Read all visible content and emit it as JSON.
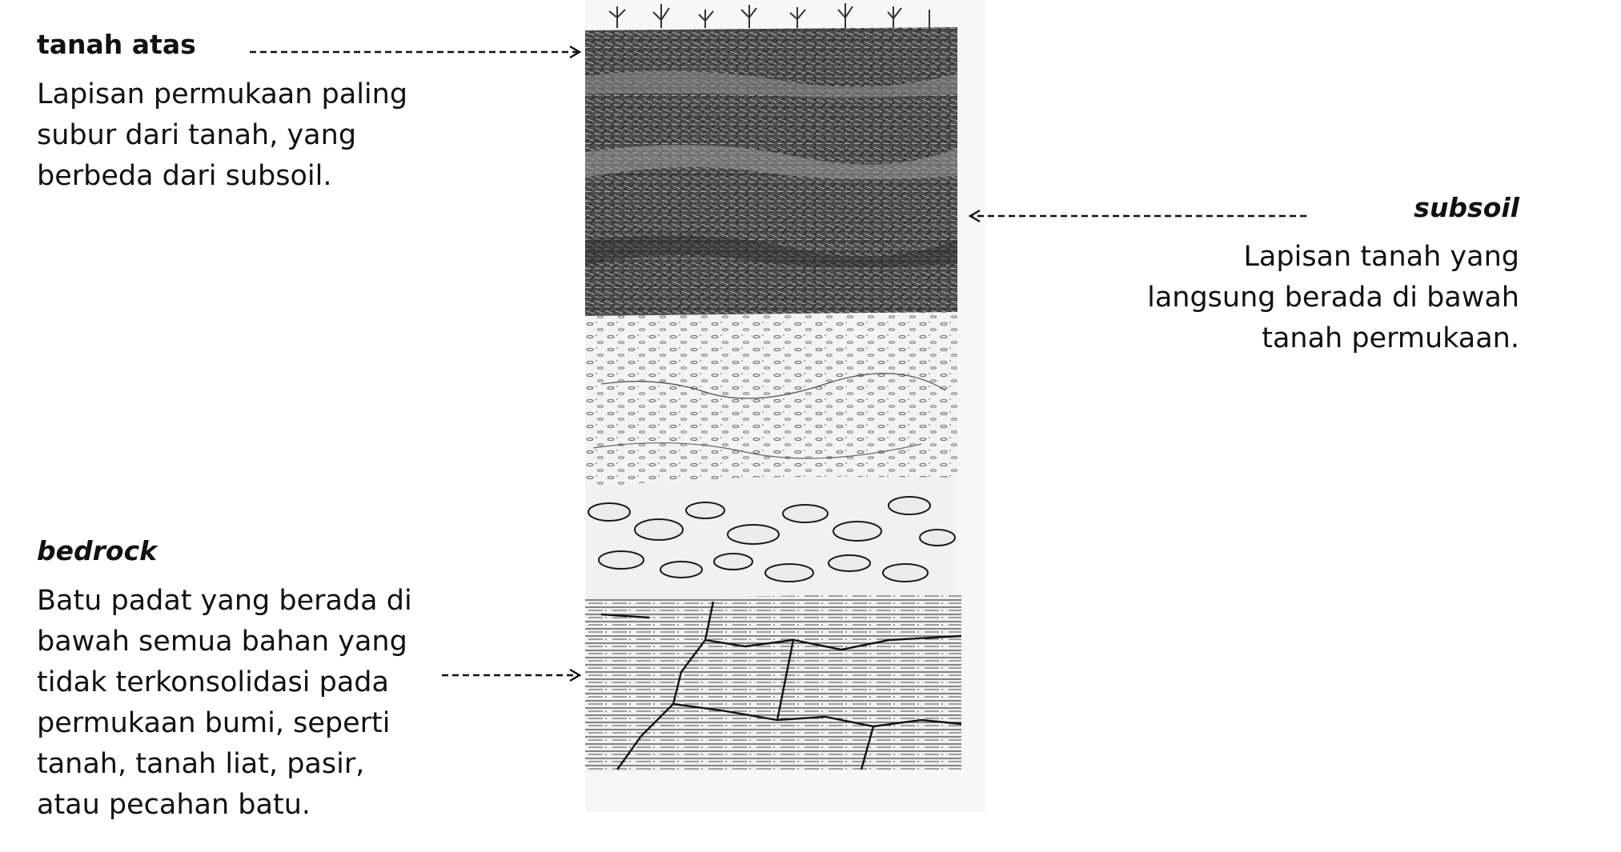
{
  "labels": {
    "topsoil": {
      "title": "tanah atas",
      "lines": [
        "Lapisan permukaan paling",
        "subur dari tanah, yang",
        "berbeda dari subsoil."
      ]
    },
    "subsoil": {
      "title": "subsoil",
      "lines": [
        "Lapisan tanah yang",
        "langsung berada di bawah",
        "tanah permukaan."
      ]
    },
    "bedrock": {
      "title": "bedrock",
      "lines": [
        "Batu padat yang berada di",
        "bawah semua bahan yang",
        "tidak terkonsolidasi pada",
        "permukaan bumi, seperti",
        "tanah, tanah liat, pasir,",
        "atau pecahan batu."
      ]
    }
  },
  "figure": {
    "subject": "soil-profile-illustration",
    "colors": {
      "dark_layer": "#4a4a4a",
      "pale_layer": "#f4f4f4",
      "rock_layer": "#e6e6e6",
      "ink": "#1a1a1a"
    }
  }
}
